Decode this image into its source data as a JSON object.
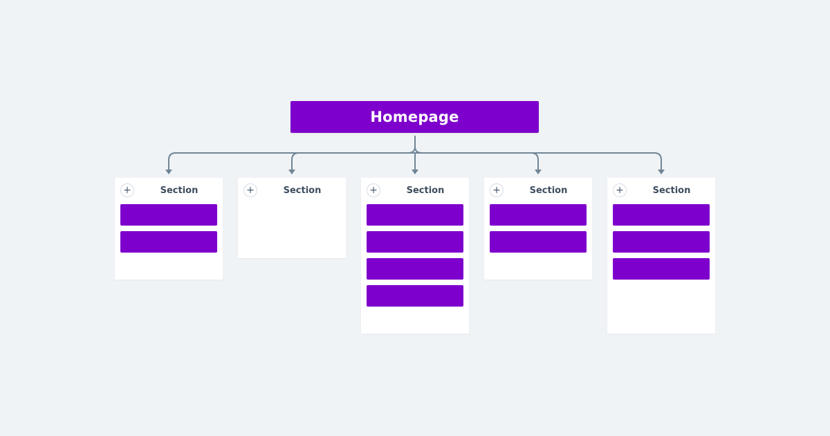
{
  "colors": {
    "accent": "#7e00cc",
    "connector": "#6f8596",
    "background": "#f0f3f6",
    "column_bg": "#ffffff",
    "header_text": "#3d4c5c"
  },
  "homepage": {
    "label": "Homepage"
  },
  "sections": [
    {
      "title": "Section",
      "add_icon": "plus-icon",
      "cards": 2,
      "empty_slots": 1
    },
    {
      "title": "Section",
      "add_icon": "plus-icon",
      "cards": 0,
      "empty_slots": 2
    },
    {
      "title": "Section",
      "add_icon": "plus-icon",
      "cards": 4,
      "empty_slots": 1
    },
    {
      "title": "Section",
      "add_icon": "plus-icon",
      "cards": 2,
      "empty_slots": 1
    },
    {
      "title": "Section",
      "add_icon": "plus-icon",
      "cards": 3,
      "empty_slots": 2
    }
  ]
}
